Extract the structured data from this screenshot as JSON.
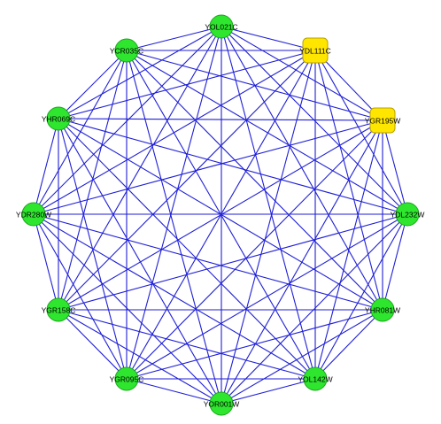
{
  "graph": {
    "nodes": [
      {
        "id": "YOL021C",
        "label": "YOL021C",
        "shape": "circle",
        "color": "#2ee62e"
      },
      {
        "id": "YDL111C",
        "label": "YDL111C",
        "shape": "rounded-square",
        "color": "#ffe600"
      },
      {
        "id": "YGR195W",
        "label": "YGR195W",
        "shape": "rounded-square",
        "color": "#ffe600"
      },
      {
        "id": "YDL232W",
        "label": "YDL232W",
        "shape": "circle",
        "color": "#2ee62e"
      },
      {
        "id": "YHR081W",
        "label": "YHR081W",
        "shape": "circle",
        "color": "#2ee62e"
      },
      {
        "id": "YOL142W",
        "label": "YOL142W",
        "shape": "circle",
        "color": "#2ee62e"
      },
      {
        "id": "YOR001W",
        "label": "YOR001W",
        "shape": "circle",
        "color": "#2ee62e"
      },
      {
        "id": "YGR095C",
        "label": "YGR095C",
        "shape": "circle",
        "color": "#2ee62e"
      },
      {
        "id": "YGR158C",
        "label": "YGR158C",
        "shape": "circle",
        "color": "#2ee62e"
      },
      {
        "id": "YDR280W",
        "label": "YDR280W",
        "shape": "circle",
        "color": "#2ee62e"
      },
      {
        "id": "YHR069C",
        "label": "YHR069C",
        "shape": "circle",
        "color": "#2ee62e"
      },
      {
        "id": "YCR035C",
        "label": "YCR035C",
        "shape": "circle",
        "color": "#2ee62e"
      }
    ],
    "edge_mode": "complete",
    "edge_color": "#1f1fd6"
  }
}
